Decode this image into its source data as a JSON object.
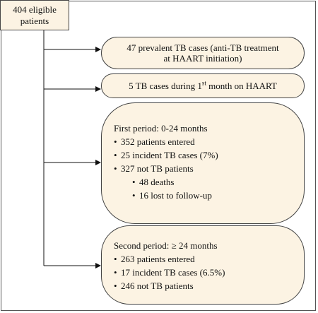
{
  "root": {
    "line1": "404 eligible",
    "line2": "patients"
  },
  "prevalent": {
    "line1": "47 prevalent TB cases (anti-TB treatment",
    "line2": "at HAART initiation)"
  },
  "first_month": {
    "before": "5 TB cases during 1",
    "sup": "st",
    "after": " month on HAART"
  },
  "first_period": {
    "title": "First period: 0-24 months",
    "items": [
      "352 patients entered",
      "25 incident TB cases (7%)",
      "327 not TB patients"
    ],
    "sub_items": [
      "48 deaths",
      "16 lost to follow-up"
    ]
  },
  "second_period": {
    "title": "Second period: ≥ 24 months",
    "items": [
      "263 patients entered",
      "17 incident TB cases (6.5%)",
      "246 not TB patients"
    ]
  }
}
